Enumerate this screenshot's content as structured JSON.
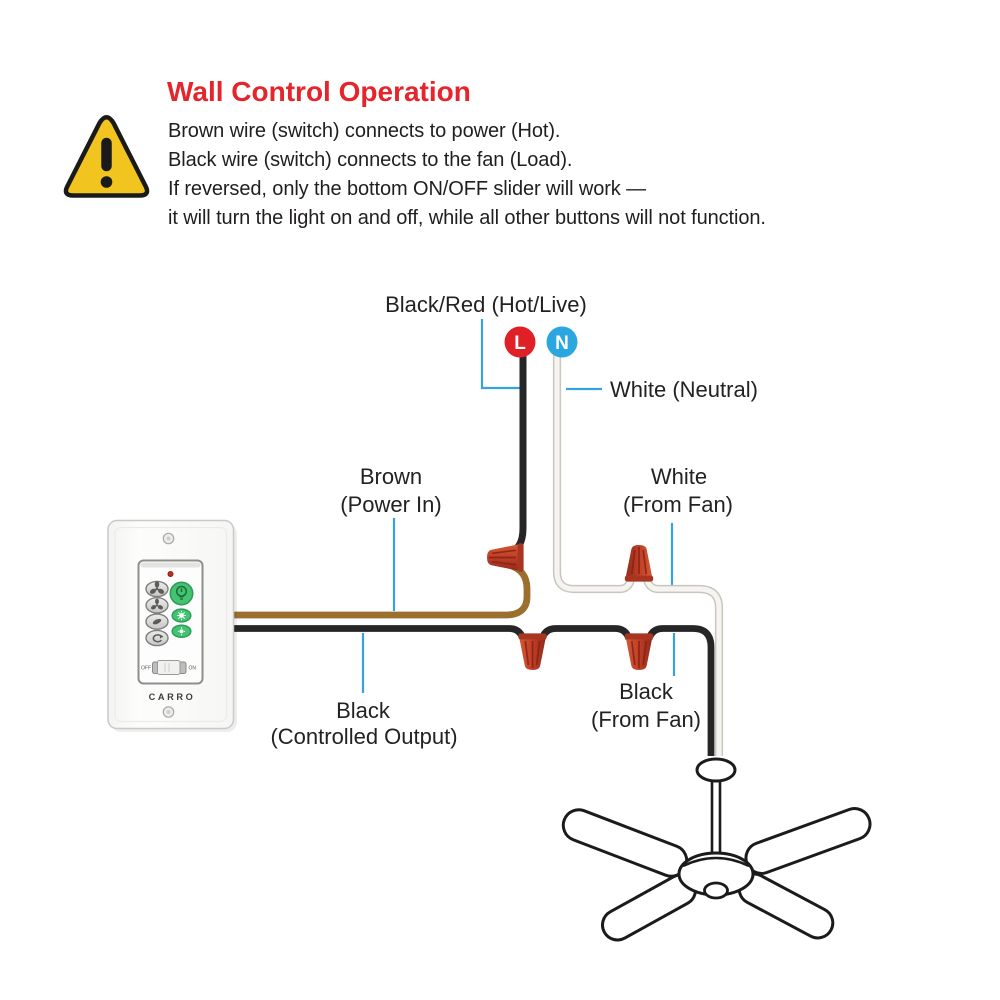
{
  "header": {
    "title": "Wall Control Operation",
    "lines": [
      "Brown wire (switch) connects to power (Hot).",
      "Black wire (switch) connects to the fan (Load).",
      "If reversed, only the bottom ON/OFF slider will work —",
      "it will turn the light on and off, while all other buttons will not function."
    ]
  },
  "warning": {
    "icon": "warning-triangle-icon",
    "symbol": "!"
  },
  "terminals": {
    "live_letter": "L",
    "neutral_letter": "N",
    "live_color": "#df2027",
    "neutral_color": "#2ba7df"
  },
  "labels": {
    "hot": "Black/Red (Hot/Live)",
    "neutral": "White (Neutral)",
    "brown_line1": "Brown",
    "brown_line2": "(Power In)",
    "white_fan_line1": "White",
    "white_fan_line2": "(From Fan)",
    "black_out_line1": "Black",
    "black_out_line2": "(Controlled Output)",
    "black_fan_line1": "Black",
    "black_fan_line2": "(From Fan)"
  },
  "device": {
    "brand": "CARRO",
    "slider_off": "OFF",
    "slider_on": "ON"
  },
  "colors": {
    "title_red": "#e5242b",
    "callout_blue": "#35a3e0",
    "wire_black": "#262626",
    "wire_brown": "#9b6f2d",
    "wire_white": "#f5f4f0",
    "wire_nut": "#c24128",
    "warning_yellow": "#f2c41f",
    "green_button": "#44c473"
  }
}
